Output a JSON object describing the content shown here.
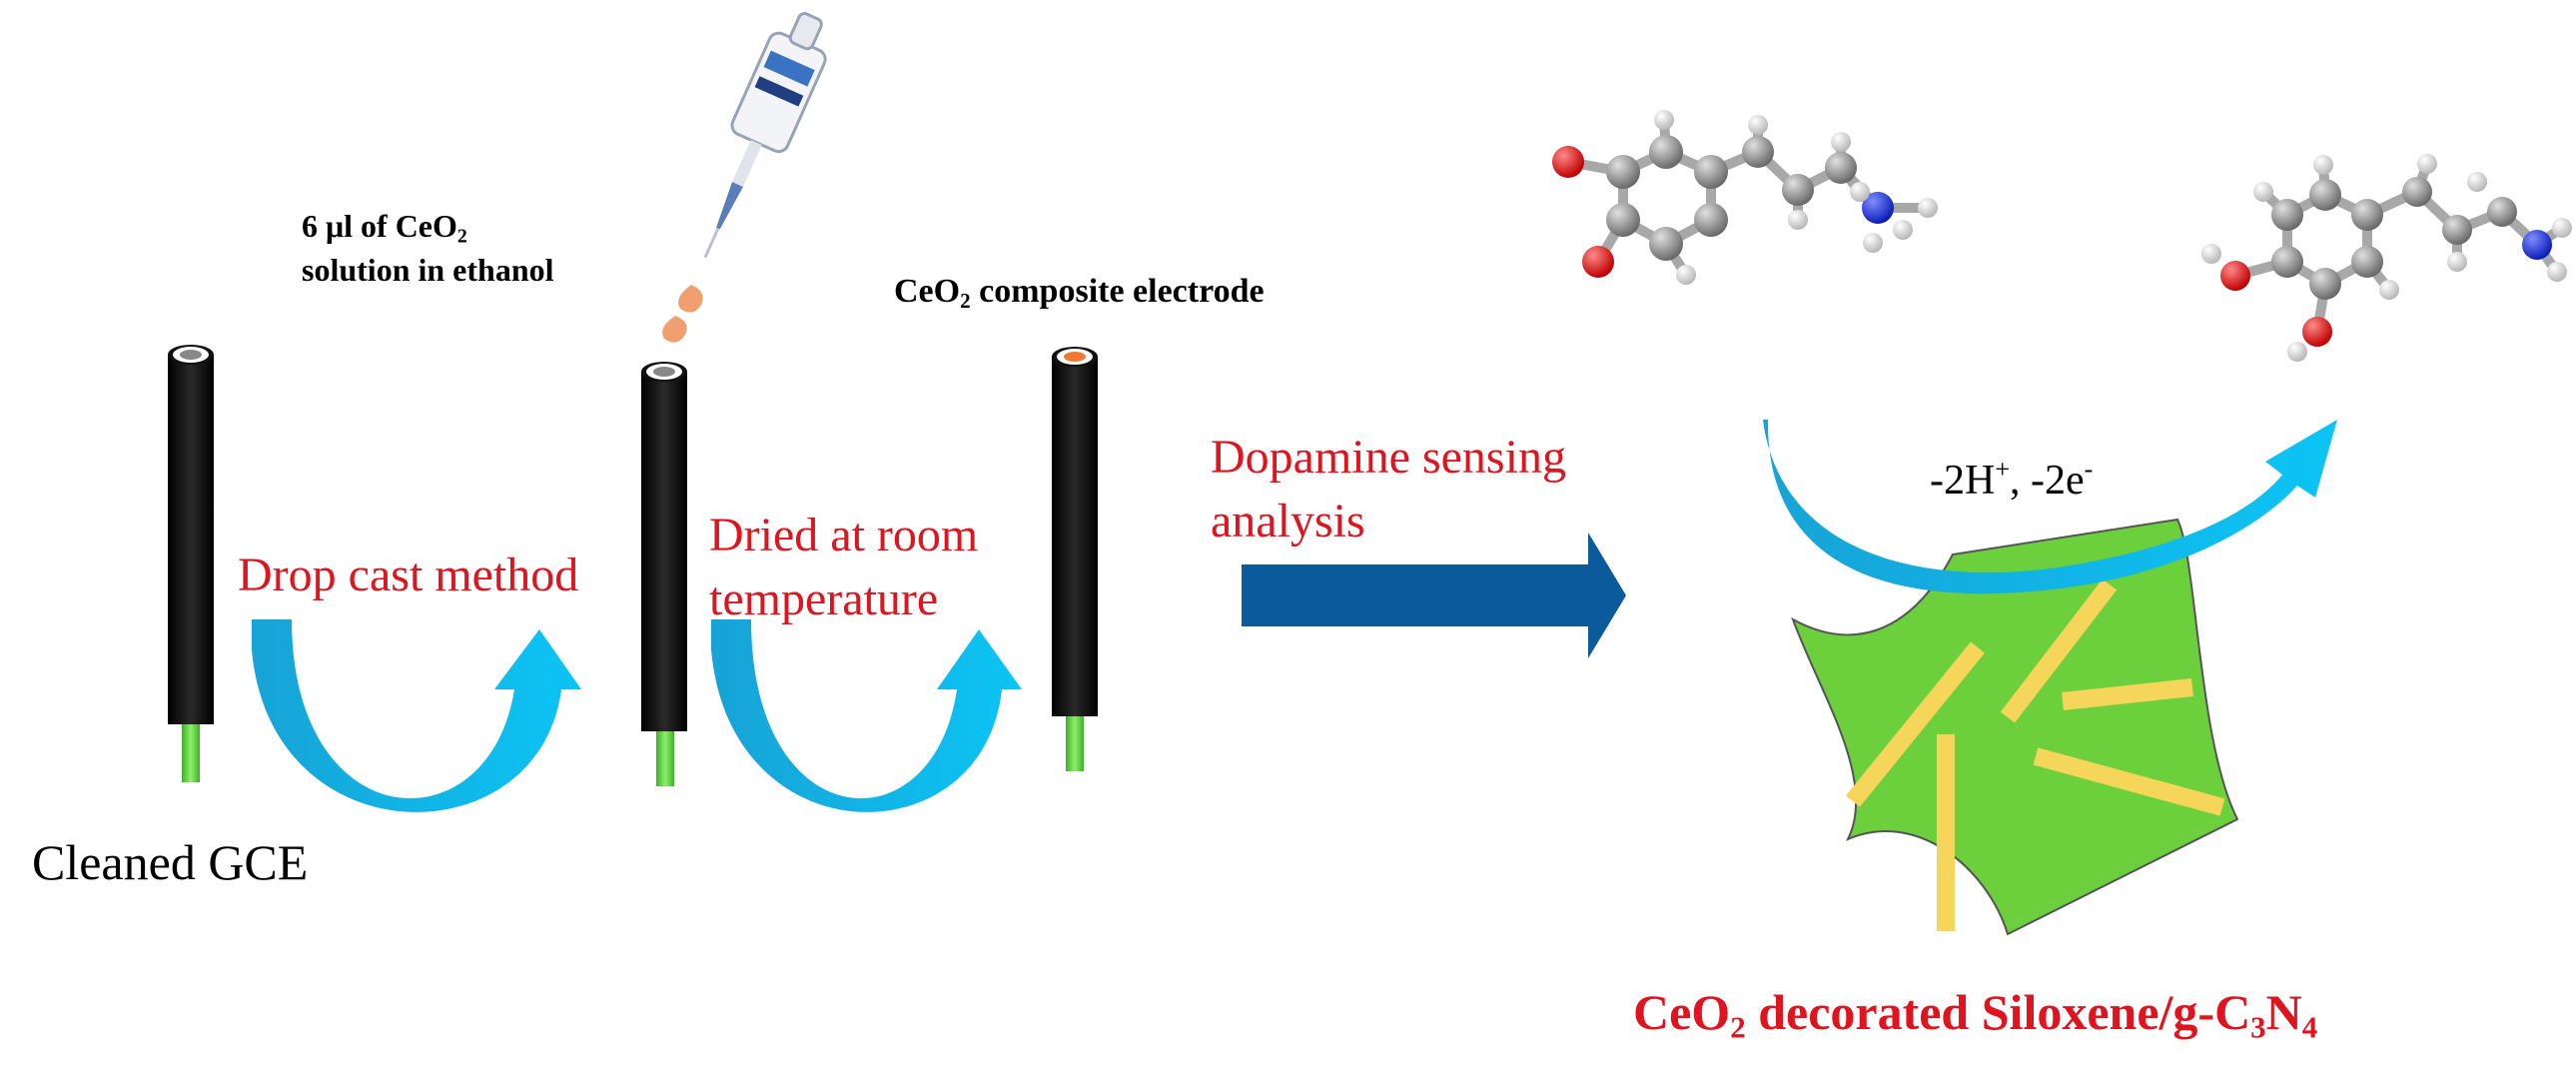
{
  "labels": {
    "pipette_note_line1": "6 μl of CeO",
    "pipette_note_line1_sub": "2",
    "pipette_note_line2": "solution in ethanol",
    "composite_electrode_prefix": "CeO",
    "composite_electrode_sub": "2",
    "composite_electrode_suffix": " composite electrode",
    "cleaned_gce": "Cleaned GCE",
    "drop_cast": "Drop cast method",
    "dried_line1": "Dried at room",
    "dried_line2": "temperature",
    "dopamine_line1": "Dopamine sensing",
    "dopamine_line2": "analysis",
    "reaction_a": "-2H",
    "reaction_a_sup": "+",
    "reaction_b": ", -2e",
    "reaction_b_sup": "-",
    "caption_prefix": "CeO",
    "caption_sub1": "2",
    "caption_mid": " decorated Siloxene/g-C",
    "caption_sub2": "3",
    "caption_n": "N",
    "caption_sub3": "4"
  },
  "colors": {
    "label_red": "#e0141e",
    "electrode_body": "#000000",
    "electrode_tip": "#66dd44",
    "bare_disc": "#888888",
    "composite_disc": "#f07830",
    "curved_arrow": "#29b6e8",
    "big_arrow": "#0a5a9c",
    "sheet_green": "#6ccf3c",
    "sheet_rods": "#f5d55a",
    "carbon_atom": "#8c8c8c",
    "oxygen_atom": "#dd1111",
    "nitrogen_atom": "#1a2fd6",
    "hydrogen_atom": "#e8e8e8",
    "droplet": "#f0a070"
  }
}
